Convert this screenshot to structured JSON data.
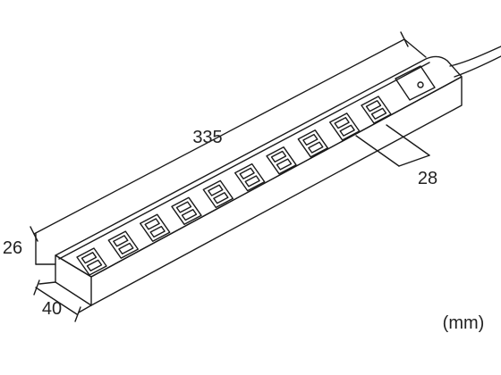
{
  "figure": {
    "dimensions": {
      "length": "335",
      "height": "26",
      "depth": "40",
      "pitch": "28"
    },
    "unit": "(mm)",
    "outlet_count": 10,
    "colors": {
      "line": "#1a1a1a",
      "text": "#222222",
      "background": "#ffffff"
    }
  }
}
